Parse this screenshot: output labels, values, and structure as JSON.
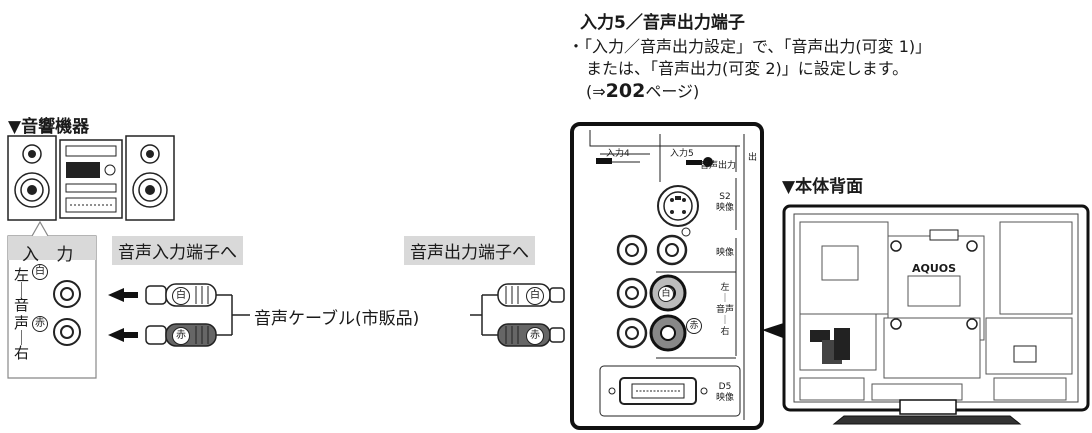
{
  "header": {
    "title": "入力5／音声出力端子",
    "note_line1": "・「入力／音声出力設定」で、「音声出力(可変 1)」",
    "note_line2": "または、「音声出力(可変 2)」に設定します。",
    "note_line3_prefix": "(⇒",
    "note_line3_page": "202",
    "note_line3_suffix": "ページ)"
  },
  "audio_device": {
    "title": "▼音響機器",
    "input_label": "入 力",
    "left_label": "左\n｜\n音",
    "right_label": "声\n｜\n右",
    "white_mark": "白",
    "red_mark": "赤"
  },
  "cable": {
    "input_terminal_label": "音声入力端子へ",
    "output_terminal_label": "音声出力端子へ",
    "cable_label": "音声ケーブル(市販品)",
    "white_mark": "白",
    "red_mark": "赤"
  },
  "panel": {
    "input4": "入力4",
    "input5": "入力5",
    "audio_out": "音声出力",
    "s2": "S2\n映像",
    "video": "映像",
    "left_audio": "左\n｜\n音声\n｜\n右",
    "d5": "D5\n映像",
    "side_top": "出",
    "white_mark": "白",
    "red_mark": "赤"
  },
  "tv": {
    "title": "▼本体背面",
    "brand": "AQUOS"
  }
}
